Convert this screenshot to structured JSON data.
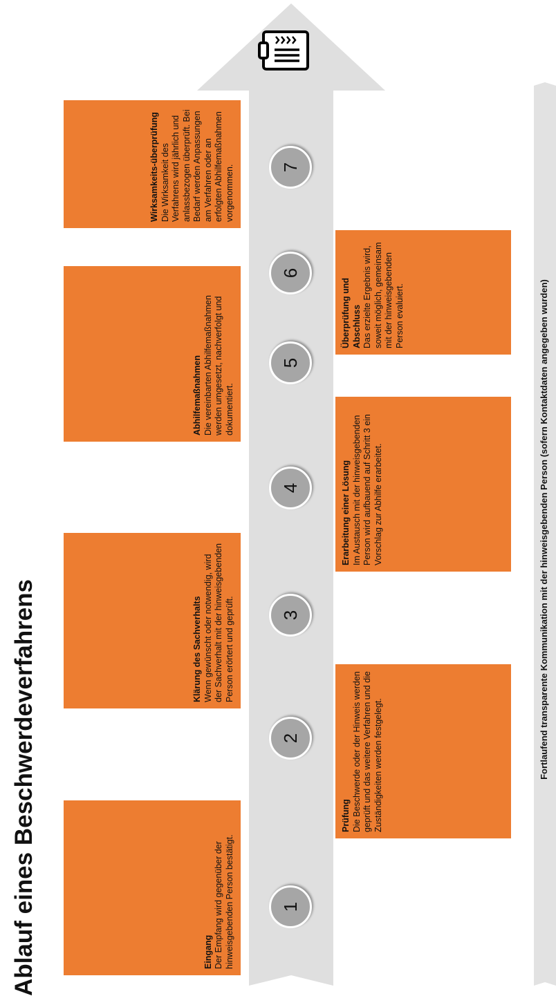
{
  "title": "Ablauf eines Beschwerdeverfahrens",
  "steps": [
    {
      "number": "1",
      "title": "Eingang",
      "text": "Der Empfang wird gegenüber der hinweisgebenden Person bestätigt."
    },
    {
      "number": "2",
      "title": "Prüfung",
      "text": "Die Beschwerde oder der Hinweis werden geprüft und das weitere Verfahren und die Zuständigkeiten werden festgelegt."
    },
    {
      "number": "3",
      "title": "Klärung des Sachverhalts",
      "text": "Wenn gewünscht oder notwendig, wird der Sachverhalt mit der hinweisgebenden Person erörtert und geprüft."
    },
    {
      "number": "4",
      "title": "Erarbeitung einer Lösung",
      "text": "Im Austausch mit der hinweisgebenden Person wird aufbauend auf Schritt 3 ein Vorschlag zur Abhilfe erarbeitet."
    },
    {
      "number": "5",
      "title": "Abhilfemaßnahmen",
      "text": "Die vereinbarten Abhilfemaßnahmen werden umgesetzt, nachverfolgt und dokumentiert."
    },
    {
      "number": "6",
      "title": "Überprüfung und Abschluss",
      "text": "Das erzielte Ergebnis wird, soweit möglich, gemeinsam mit der hinweisgebenden Person evaluiert."
    },
    {
      "number": "7",
      "title": "Wirksamkeits-überprüfung",
      "text": "Die Wirksamkeit des Verfahrens wird jährlich und anlassbezogen überprüft. Bei Bedarf werden Anpassungen am Verfahren oder an erfolgten Abhilfemaßnahmen vorgenommen."
    }
  ],
  "bottom_bar": {
    "label": "Fortlaufend transparente Kommunikation mit der hinweisgebenden Person (sofern Kontaktdaten angegeben wurden)"
  },
  "colors": {
    "box": "#ed7d31",
    "arrow": "#dfdfdf",
    "circle": "#a6a6a6",
    "bar": "#e2e2e2"
  },
  "icons": {
    "end": "clipboard-icon"
  }
}
